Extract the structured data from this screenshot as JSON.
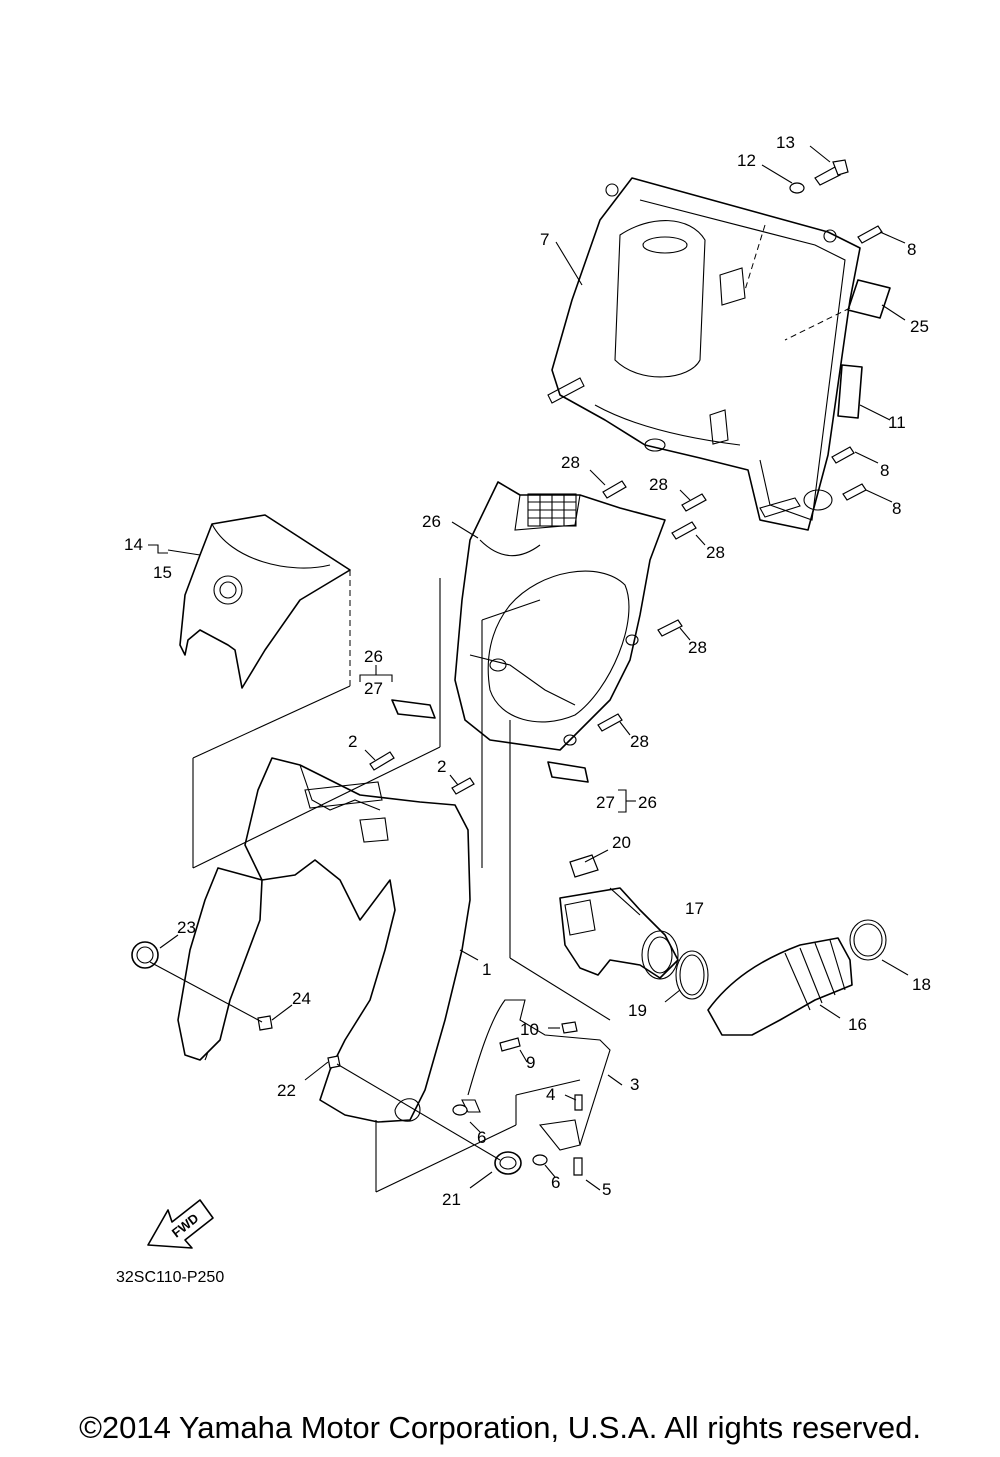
{
  "diagram": {
    "reference_code": "32SC110-P250",
    "fwd_label": "FWD",
    "callouts": {
      "c1": "1",
      "c2a": "2",
      "c2b": "2",
      "c3": "3",
      "c4": "4",
      "c5": "5",
      "c6a": "6",
      "c6b": "6",
      "c7": "7",
      "c8a": "8",
      "c8b": "8",
      "c8c": "8",
      "c9": "9",
      "c10": "10",
      "c11": "11",
      "c12": "12",
      "c13": "13",
      "c14": "14",
      "c15": "15",
      "c16": "16",
      "c17": "17",
      "c18": "18",
      "c19": "19",
      "c20": "20",
      "c21": "21",
      "c22": "22",
      "c23": "23",
      "c24": "24",
      "c25": "25",
      "c26a": "26",
      "c26b": "26",
      "c26c": "26",
      "c27a": "27",
      "c27b": "27",
      "c28a": "28",
      "c28b": "28",
      "c28c": "28",
      "c28d": "28",
      "c28e": "28"
    }
  },
  "footer": {
    "copyright": "©2014 Yamaha Motor Corporation, U.S.A. All rights reserved."
  }
}
